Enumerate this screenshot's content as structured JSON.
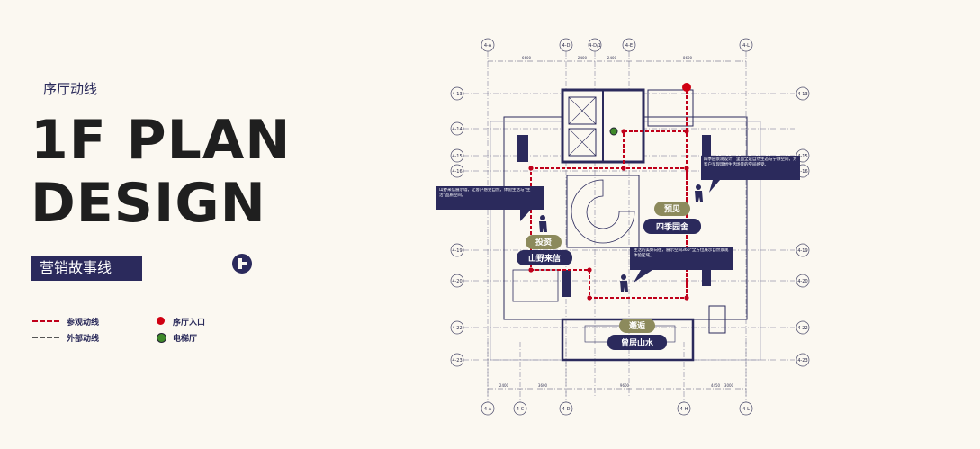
{
  "header": {
    "subtitle": "序厅动线",
    "title_line1": "1F PLAN",
    "title_line2": "DESIGN",
    "tag": "营销故事线"
  },
  "legend": {
    "items": [
      {
        "label": "参观动线",
        "kind": "line",
        "color": "#c0001a"
      },
      {
        "label": "外部动线",
        "kind": "line",
        "color": "#555555"
      },
      {
        "label": "序厅入口",
        "kind": "dot",
        "color": "#d00012"
      },
      {
        "label": "电梯厅",
        "kind": "dot",
        "color": "#3f8a2a"
      }
    ]
  },
  "plan": {
    "grid_top": [
      "4-A",
      "4-D",
      "4-D/1",
      "4-E",
      "4-L"
    ],
    "grid_bottom": [
      "4-A",
      "4-C",
      "4-D",
      "4-H",
      "4-L"
    ],
    "grid_left": [
      "4-13",
      "4-14",
      "4-15",
      "4-16",
      "4-19",
      "4-20",
      "4-22",
      "4-23"
    ],
    "grid_right": [
      "4-13",
      "4-15",
      "4-16",
      "4-19",
      "4-20",
      "4-22",
      "4-23"
    ],
    "dims_top": [
      "6600",
      "2400",
      "2400",
      "8600"
    ],
    "dims_bottom": [
      "2400",
      "3600",
      "9600",
      "4450",
      "3000"
    ],
    "stations": [
      {
        "badge": "预见",
        "name": "四季园舍",
        "note": "四季园景观设计，里面全是自然生态与宁静空间，为客户呈现理想生活场景的空间感受。"
      },
      {
        "badge": "投资",
        "name": "山野来信",
        "note": "山野来信展示墙，让客户感受自然，体验生活与“生活”品质空间。"
      },
      {
        "badge": "",
        "name": "",
        "note": "生活的美好向往，展示空间360°全方位展示自然景观体验区域。"
      },
      {
        "badge": "邂逅",
        "name": "曾居山水",
        "note": ""
      }
    ]
  },
  "colors": {
    "navy": "#2b2a5c",
    "route": "#c0001a",
    "olive": "#8c8a5c",
    "elevator": "#3f8a2a"
  }
}
